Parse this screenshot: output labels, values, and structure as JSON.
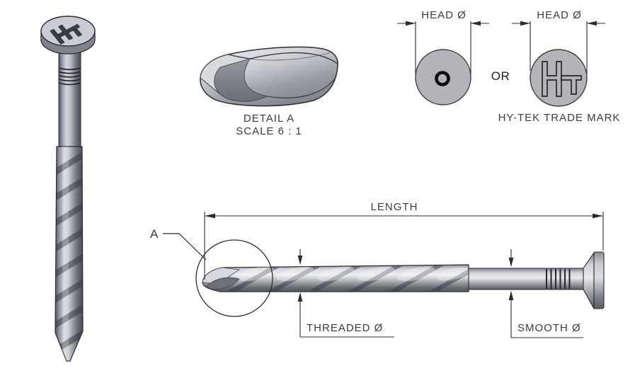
{
  "detail_view": {
    "label": "DETAIL A",
    "scale": "SCALE 6 : 1"
  },
  "head_views": {
    "plain_head_dimension": "HEAD Ø",
    "trademark_head_dimension": "HEAD Ø",
    "separator": "OR",
    "trademark_caption": "HY-TEK TRADE MARK"
  },
  "side_view": {
    "length_dimension": "LENGTH",
    "detail_callout": "A",
    "threaded_dimension": "THREADED Ø",
    "smooth_dimension": "SMOOTH Ø"
  },
  "colors": {
    "background": "#ffffff",
    "line": "#2b2b31",
    "text": "#3b3b45",
    "or_text": "#1b1b30",
    "metal_light": "#edeef1",
    "metal_mid": "#aaacb4",
    "metal_dark": "#5d5f67",
    "head_circle_fill": "#b2b4ba"
  }
}
